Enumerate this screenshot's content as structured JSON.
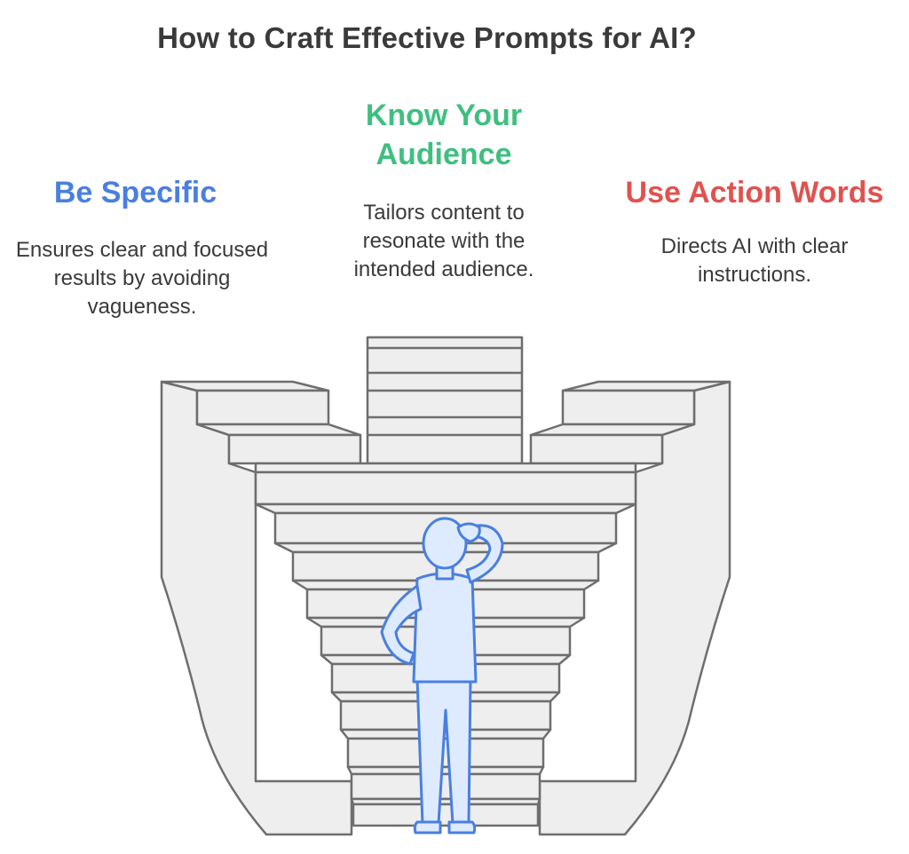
{
  "title": "How to Craft Effective Prompts for AI?",
  "items": [
    {
      "heading": "Be Specific",
      "description": "Ensures clear and focused results by avoiding vagueness.",
      "color": "#4a7fe0"
    },
    {
      "heading": "Know Your Audience",
      "description": "Tailors content to resonate with the intended audience.",
      "color": "#3fbf7f"
    },
    {
      "heading": "Use Action Words",
      "description": "Directs AI with clear instructions.",
      "color": "#e0524f"
    }
  ],
  "colors": {
    "stair_fill": "#eeeeee",
    "stair_stroke": "#6e6e6e",
    "person_fill": "#deebff",
    "person_stroke": "#4a7fe0"
  },
  "icons": {
    "staircase": "three-way-staircase-icon",
    "person": "person-thinking-icon"
  }
}
